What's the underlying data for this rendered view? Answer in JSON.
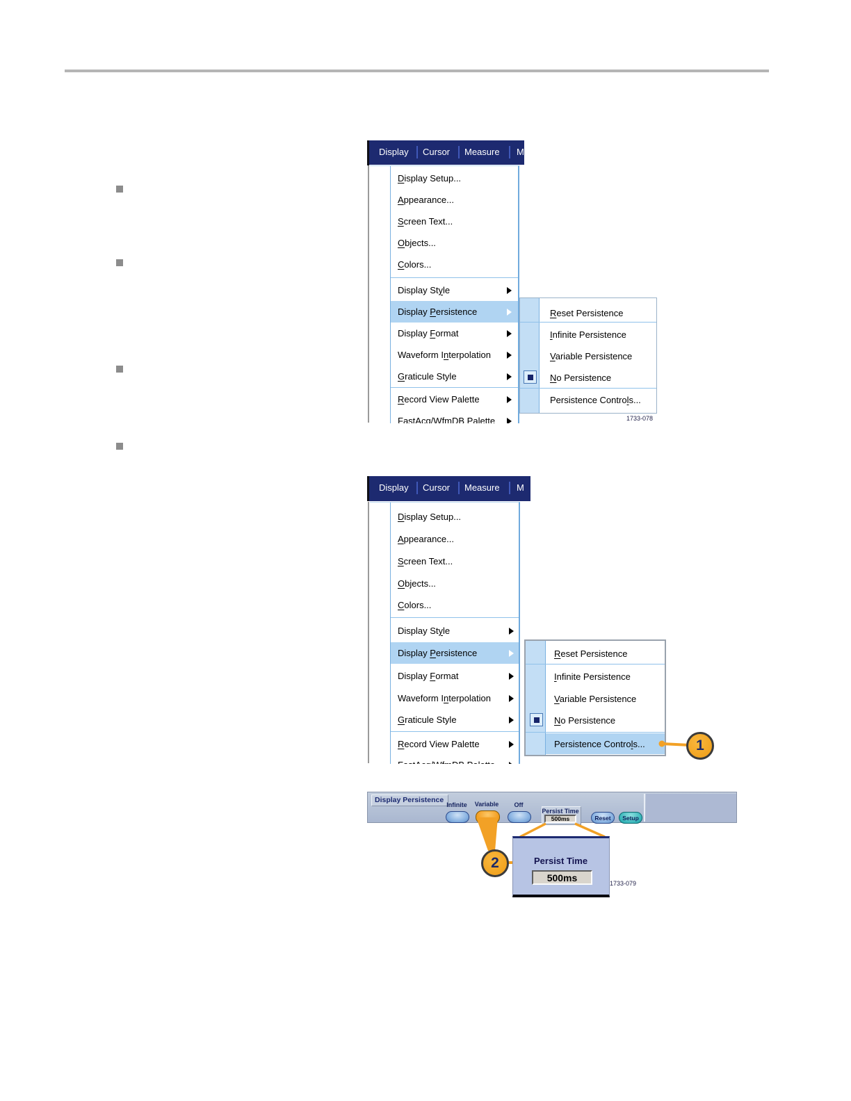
{
  "figure_codes": {
    "fig1": "1733-078",
    "fig2": "1733-079"
  },
  "menu": {
    "bar": [
      "Display",
      "Cursor",
      "Measure",
      "M"
    ],
    "items": [
      {
        "pre": "",
        "key": "D",
        "post": "isplay Setup..."
      },
      {
        "pre": "",
        "key": "A",
        "post": "ppearance..."
      },
      {
        "pre": "",
        "key": "S",
        "post": "creen Text..."
      },
      {
        "pre": "",
        "key": "O",
        "post": "bjects..."
      },
      {
        "pre": "",
        "key": "C",
        "post": "olors..."
      }
    ],
    "arrow_items": [
      {
        "pre": "Display St",
        "key": "y",
        "post": "le"
      },
      {
        "pre": "Display ",
        "key": "P",
        "post": "ersistence"
      },
      {
        "pre": "Display ",
        "key": "F",
        "post": "ormat"
      },
      {
        "pre": "Waveform I",
        "key": "n",
        "post": "terpolation"
      },
      {
        "pre": "",
        "key": "G",
        "post": "raticule Style"
      },
      {
        "pre": "",
        "key": "R",
        "post": "ecord View Palette"
      },
      {
        "pre": "FastAcq/WfmDB Palette",
        "key": "",
        "post": ""
      }
    ],
    "submenu": [
      {
        "pre": "",
        "key": "R",
        "post": "eset Persistence"
      },
      {
        "pre": "",
        "key": "I",
        "post": "nfinite Persistence"
      },
      {
        "pre": "",
        "key": "V",
        "post": "ariable Persistence"
      },
      {
        "pre": "",
        "key": "N",
        "post": "o Persistence"
      },
      {
        "pre": "Persistence Contro",
        "key": "l",
        "post": "s..."
      }
    ]
  },
  "toolbar": {
    "title": "Display Persistence",
    "buttons": [
      "Infinite",
      "Variable",
      "Off"
    ],
    "persist_label": "Persist Time",
    "persist_value": "500ms",
    "reset_label": "Reset",
    "setup_label": "Setup"
  },
  "inset": {
    "label": "Persist Time",
    "value": "500ms"
  },
  "callouts": {
    "one": "1",
    "two": "2"
  },
  "colors": {
    "menubar_navy": "#1d2a70",
    "menu_highlight": "#b0d4f2",
    "submenu_gutter": "#c3def5",
    "border_blue": "#79b0e0",
    "callout_orange": "#f2a126",
    "toolbar_bg": "#b3bfd6",
    "inset_bg": "#b7c4e4",
    "setup_teal": "#3cb8bc",
    "rule_gray": "#b5b5b5"
  }
}
